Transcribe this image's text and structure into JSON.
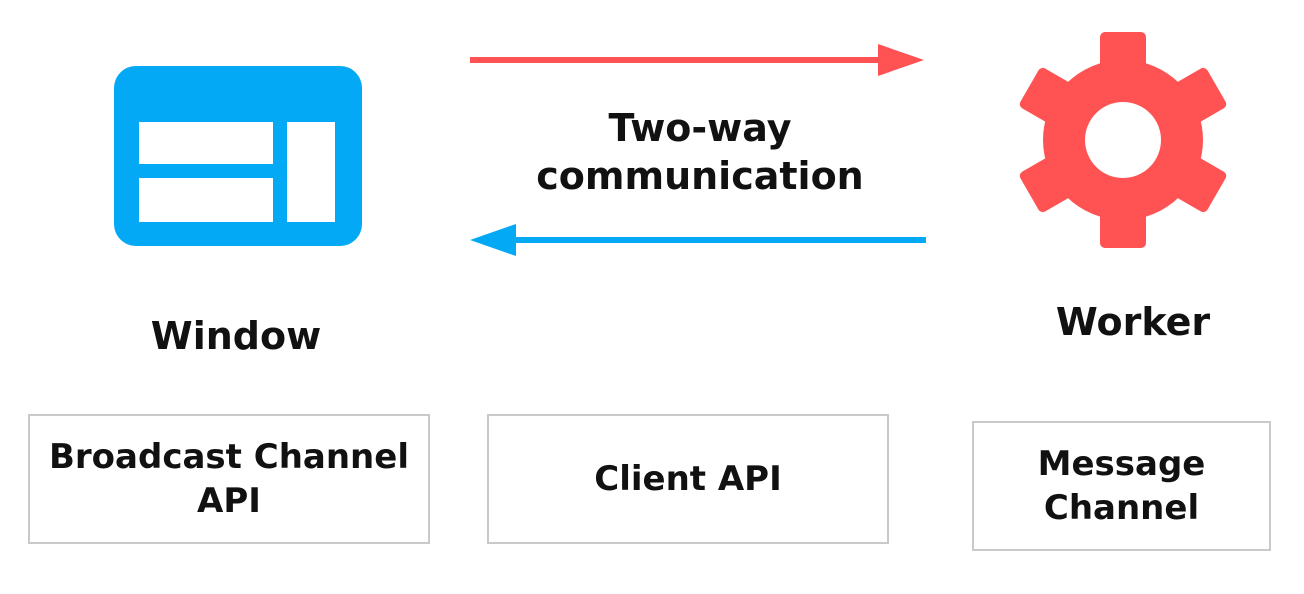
{
  "diagram": {
    "left_node": {
      "label": "Window",
      "icon": "browser-window-icon",
      "color": "#03A9F4"
    },
    "right_node": {
      "label": "Worker",
      "icon": "gear-icon",
      "color": "#FF5252"
    },
    "center_label_lines": [
      "Two-way",
      "communication"
    ],
    "arrows": [
      {
        "direction": "right",
        "color": "#FF5252"
      },
      {
        "direction": "left",
        "color": "#03A9F4"
      }
    ],
    "api_boxes": [
      {
        "lines": [
          "Broadcast Channel",
          "API"
        ]
      },
      {
        "lines": [
          "Client API"
        ]
      },
      {
        "lines": [
          "Message",
          "Channel"
        ]
      }
    ]
  }
}
